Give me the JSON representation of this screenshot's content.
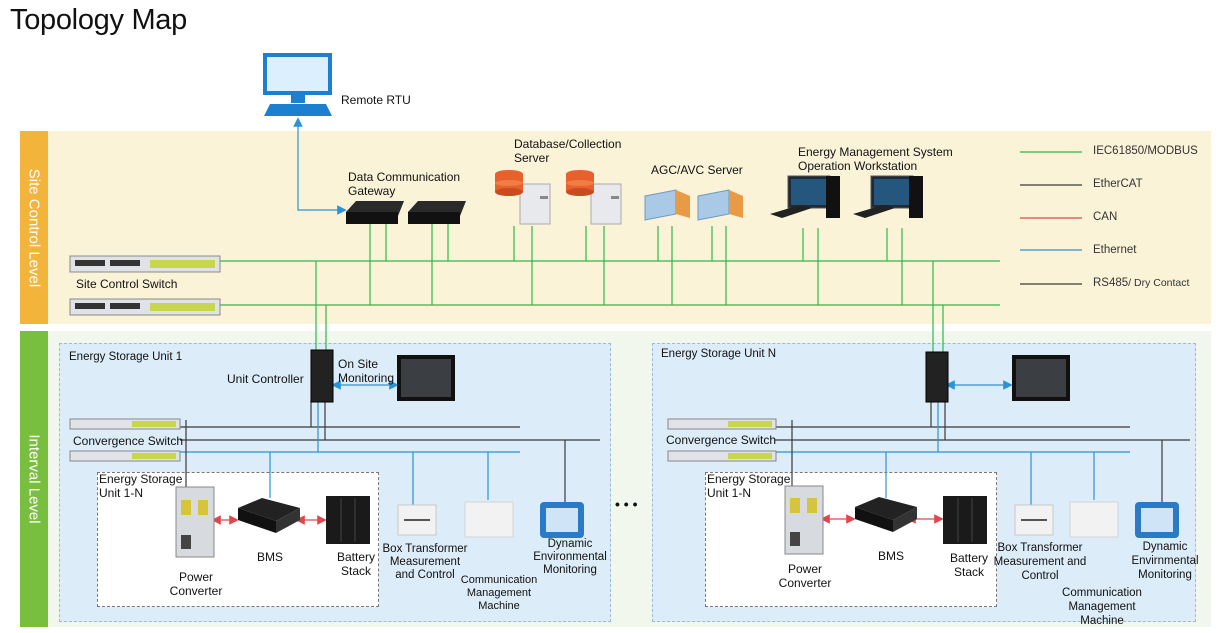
{
  "title": "Topology Map",
  "levels": {
    "site": "Site Control Level",
    "interval": "Interval Level"
  },
  "legend": [
    {
      "label": "IEC61850/MODBUS",
      "color": "#2db84a"
    },
    {
      "label": "EtherCAT",
      "color": "#3a3a3a"
    },
    {
      "label": "CAN",
      "color": "#e0474c"
    },
    {
      "label": "Ethernet",
      "color": "#2a94d6"
    },
    {
      "label": "RS485",
      "label_suffix": "/ Dry Contact",
      "color": "#3a3a3a"
    }
  ],
  "site": {
    "remote_rtu": "Remote RTU",
    "data_gateway": "Data Communication Gateway",
    "database_server": "Database/Collection Server",
    "agc_server": "AGC/AVC Server",
    "ems_workstation": "Energy Management System Operation Workstation",
    "site_switch": "Site Control Switch"
  },
  "unit1": {
    "title": "Energy Storage Unit 1",
    "unit_controller": "Unit Controller",
    "on_site_monitoring": "On Site Monitoring",
    "convergence_switch": "Convergence Switch",
    "sub_title": "Energy Storage Unit 1-N",
    "power_converter": "Power Converter",
    "bms": "BMS",
    "battery_stack": "Battery Stack",
    "box_transformer": "Box Transformer Measurement and Control",
    "comm_machine": "Communication Management Machine",
    "env_monitoring": "Dynamic Environmental Monitoring"
  },
  "unitN": {
    "title": "Energy Storage Unit N",
    "convergence_switch": "Convergence Switch",
    "sub_title": "Energy Storage Unit 1-N",
    "power_converter": "Power Converter",
    "bms": "BMS",
    "battery_stack": "Battery Stack",
    "box_transformer": "Box Transformer Measurement and Control",
    "comm_machine": "Communication Management Machine",
    "env_monitoring": "Dynamic Envirnmental Monitoring"
  },
  "ellipsis": "• • •"
}
